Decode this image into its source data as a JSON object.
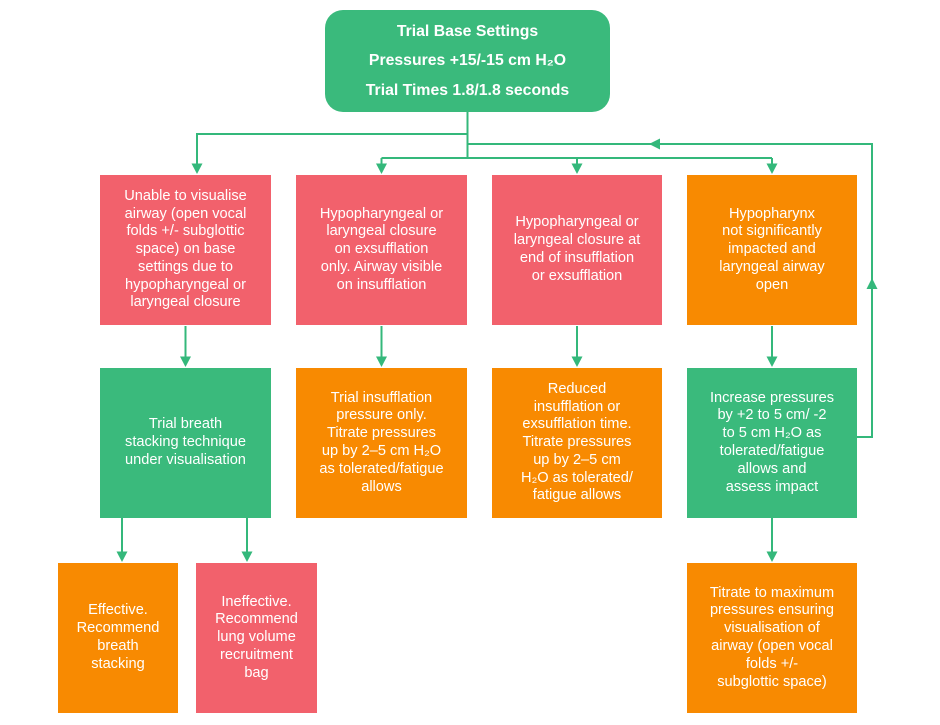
{
  "colors": {
    "green": "#3ABA7C",
    "red": "#F2616C",
    "orange": "#F88A01",
    "line": "#34B87B",
    "text": "#FFFFFF",
    "background": "#FFFFFF"
  },
  "nodes": {
    "trial_base": {
      "title": "Trial Base Settings",
      "line2": "Pressures +15/-15 cm H₂O",
      "line3": "Trial Times 1.8/1.8 seconds",
      "color": "green"
    },
    "unable_visualise": {
      "text": "Unable to visualise\nairway (open vocal\nfolds +/- subglottic\nspace) on base\nsettings due to\nhypopharyngeal or\nlaryngeal closure",
      "color": "red"
    },
    "closure_exsufflation_only": {
      "text": "Hypopharyngeal or\nlaryngeal closure\non exsufflation\nonly. Airway visible\non insufflation",
      "color": "red"
    },
    "closure_end_insufflation": {
      "text": "Hypopharyngeal or\nlaryngeal closure at\nend of insufflation\nor exsufflation",
      "color": "red"
    },
    "hypopharynx_open": {
      "text": "Hypopharynx\nnot significantly\nimpacted and\nlaryngeal airway\nopen",
      "color": "orange"
    },
    "trial_breath_stacking": {
      "text": "Trial breath\nstacking technique\nunder visualisation",
      "color": "green"
    },
    "trial_insufflation_pressure": {
      "text": "Trial insufflation\npressure only.\nTitrate pressures\nup by 2–5 cm H₂O\nas tolerated/fatigue\nallows",
      "color": "orange"
    },
    "reduced_time": {
      "text": "Reduced\ninsufflation or\nexsufflation time.\nTitrate pressures\nup by 2–5 cm\nH₂O as tolerated/\nfatigue allows",
      "color": "orange"
    },
    "increase_pressures": {
      "text": "Increase pressures\nby +2 to 5 cm/ -2\nto 5 cm H₂O as\ntolerated/fatigue\nallows and\nassess impact",
      "color": "green"
    },
    "effective": {
      "text": "Effective.\nRecommend\nbreath\nstacking",
      "color": "orange"
    },
    "ineffective": {
      "text": "Ineffective.\nRecommend\nlung volume\nrecruitment\nbag",
      "color": "red"
    },
    "titrate_maximum": {
      "text": "Titrate to maximum\npressures ensuring\nvisualisation of\nairway (open vocal\nfolds +/-\nsubglottic space)",
      "color": "orange"
    }
  }
}
